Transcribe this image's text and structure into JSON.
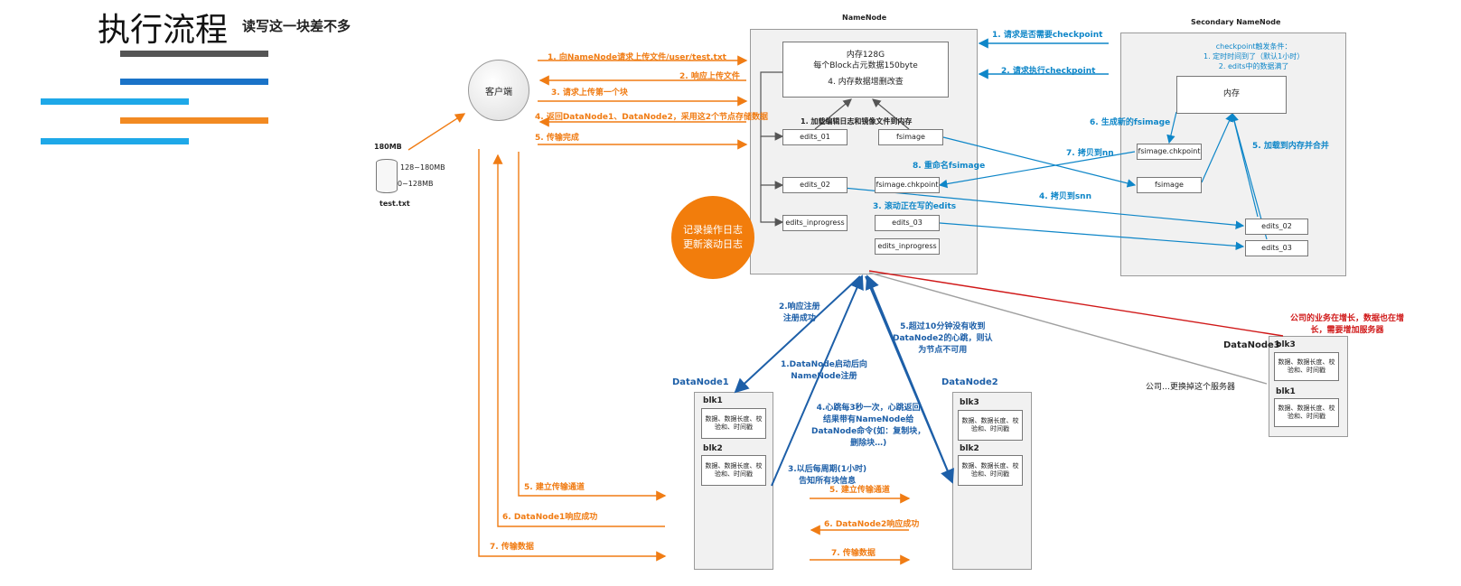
{
  "header": {
    "title": "执行流程",
    "subtitle": "读写这一块差不多"
  },
  "colors": {
    "orange": "#f07c14",
    "blue": "#0e86c8",
    "dark_blue": "#1d5fa8",
    "red": "#d01818",
    "grey": "#a0a0a0",
    "bar_dark": "#555555",
    "bar_blue": "#1a73c8",
    "bar_cyan": "#1ea8e8",
    "bar_orange": "#f28a22"
  },
  "client": {
    "label": "客户端",
    "file_size": "180MB",
    "range_top": "128~180MB",
    "range_bottom": "0~128MB",
    "file_name": "test.txt"
  },
  "namenode": {
    "title": "NameNode",
    "memory_box": {
      "line1": "内存128G",
      "line2": "每个Block占元数据150byte",
      "line3": "4. 内存数据增删改查"
    },
    "step1_load": "1. 加载编辑日志和镜像文件到内存",
    "edits_a": "edits_01",
    "edits_b": "edits_02",
    "edits_inprogress_left": "edits_inprogress",
    "fsimage": "fsimage",
    "fsimage_chk": "fsimage.chkpoint",
    "edits_03": "edits_03",
    "edits_inprogress_right": "edits_inprogress",
    "rename": "8. 重命名fsimage",
    "roll": "3. 滚动正在写的edits"
  },
  "log_circle": {
    "line1": "记录操作日志",
    "line2": "更新滚动日志"
  },
  "client_steps": {
    "s1": "1. 向NameNode请求上传文件/user/test.txt",
    "s2": "2. 响应上传文件",
    "s3": "3. 请求上传第一个块",
    "s4": "4. 返回DataNode1、DataNode2，采用这2个节点存储数据",
    "s5": "5. 传输完成"
  },
  "secondary": {
    "title": "Secondary  NameNode",
    "req_checkpoint": "1. 请求是否需要checkpoint",
    "exec_checkpoint": "2. 请求执行checkpoint",
    "cond_title": "checkpoint触发条件：",
    "cond1": "1. 定时时间到了（默认1小时）",
    "cond2": "2. edits中的数据满了",
    "memory": "内存",
    "gen_fsimage": "6. 生成新的fsimage",
    "load_merge": "5. 加载到内存并合并",
    "copy_nn": "7. 拷贝到nn",
    "copy_snn": "4. 拷贝到snn",
    "fsimage_chk": "fsimage.chkpoint",
    "fsimage": "fsimage",
    "edits_02": "edits_02",
    "edits_03": "edits_03"
  },
  "dn_notes": {
    "reg_resp": "2.响应注册\n注册成功",
    "reg_req": "1.DataNode启动后向\nNameNode注册",
    "heartbeat": "4.心跳每3秒一次，心跳返回\n结果带有NameNode给\nDataNode命令(如：复制块，\n删除块…)",
    "report": "3.以后每周期(1小时)\n告知所有块信息",
    "dead": "5.超过10分钟没有收到\nDataNode2的心跳，则认\n为节点不可用",
    "add_server": "公司的业务在增长，数据也在增\n长，需要增加服务器",
    "retire": "公司…更换掉这个服务器"
  },
  "datanodes": [
    {
      "title": "DataNode1",
      "blocks": [
        {
          "name": "blk1",
          "desc": "数据、数据长度、校\n验和、时间戳"
        },
        {
          "name": "blk2",
          "desc": "数据、数据长度、校\n验和、时间戳"
        }
      ]
    },
    {
      "title": "DataNode2",
      "blocks": [
        {
          "name": "blk3",
          "desc": "数据、数据长度、校\n验和、时间戳"
        },
        {
          "name": "blk2",
          "desc": "数据、数据长度、校\n验和、时间戳"
        }
      ]
    },
    {
      "title": "DataNode3",
      "blocks": [
        {
          "name": "blk3",
          "desc": "数据、数据长度、校\n验和、时间戳"
        },
        {
          "name": "blk1",
          "desc": "数据、数据长度、校\n验和、时间戳"
        }
      ]
    }
  ],
  "pipeline": {
    "s5a": "5. 建立传输通道",
    "s6a": "6. DataNode1响应成功",
    "s7a": "7. 传输数据",
    "s5b": "5. 建立传输通道",
    "s6b": "6. DataNode2响应成功",
    "s7b": "7. 传输数据"
  }
}
